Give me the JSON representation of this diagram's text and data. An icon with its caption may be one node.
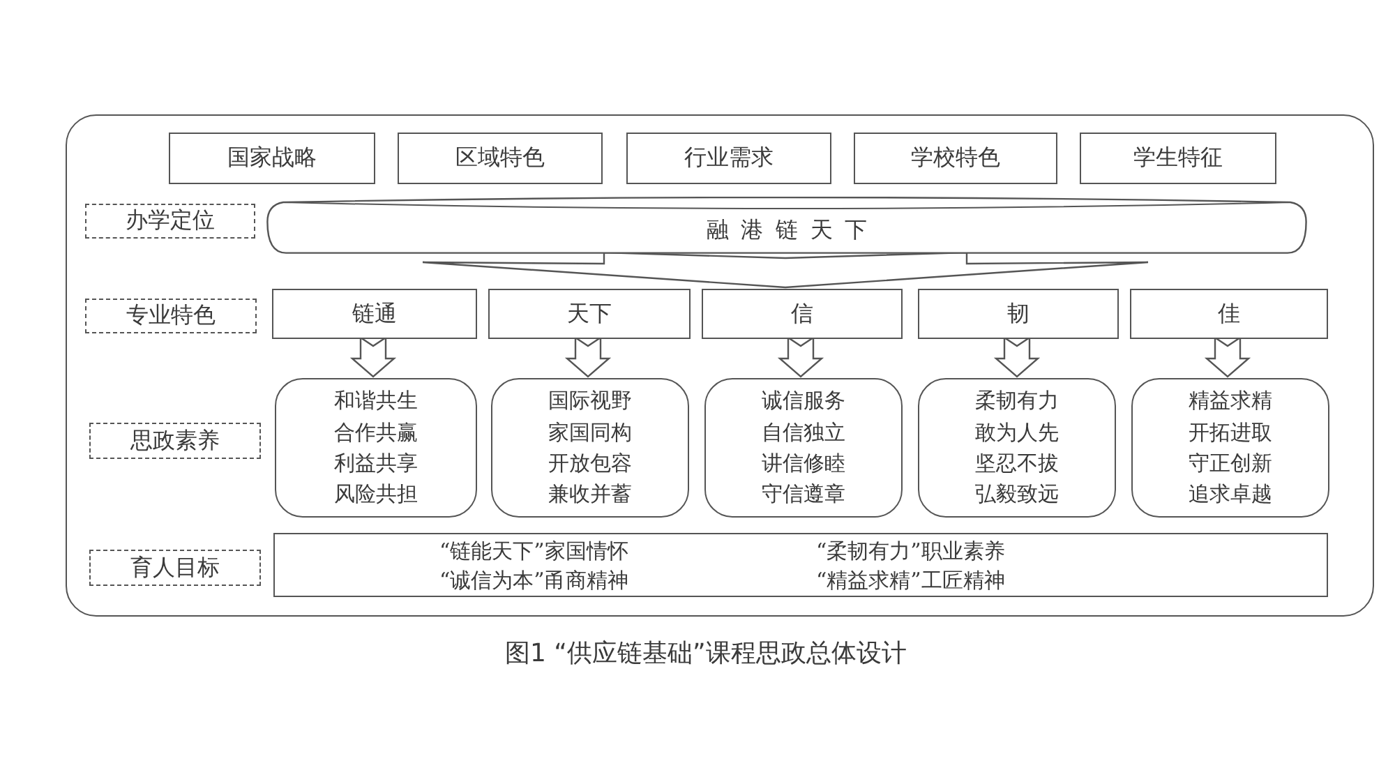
{
  "diagram": {
    "caption": "图1 “供应链基础”课程思政总体设计",
    "nodes": [
      {
        "text": [],
        "shape": "box"
      },
      {
        "text": [
          "国家战略"
        ],
        "in": 0
      },
      {
        "text": [
          "区域特色"
        ],
        "in": 0
      },
      {
        "text": [
          "行业需求"
        ],
        "in": 0
      },
      {
        "text": [
          "学校特色"
        ],
        "in": 0
      },
      {
        "text": [
          "学生特征"
        ],
        "in": 0
      },
      {
        "text": [
          "办学定位"
        ],
        "in": 0
      },
      {
        "text": [
          "融港链天下"
        ],
        "in": 0
      },
      {
        "text": [
          "专业特色"
        ],
        "in": 0
      },
      {
        "text": [
          "链通"
        ],
        "in": 0
      },
      {
        "text": [
          "天下"
        ],
        "in": 0
      },
      {
        "text": [
          "信"
        ],
        "in": 0
      },
      {
        "text": [
          "韧"
        ],
        "in": 0
      },
      {
        "text": [
          "佳"
        ],
        "in": 0
      },
      {
        "text": [
          "思政素养"
        ],
        "in": 0
      },
      {
        "text": [
          "和谐共生",
          "合作共赢",
          "利益共享",
          "风险共担"
        ],
        "in": 0
      },
      {
        "text": [
          "国际视野",
          "家国同构",
          "开放包容",
          "兼收并蓄"
        ],
        "in": 0
      },
      {
        "text": [
          "诚信服务",
          "自信独立",
          "讲信修睦",
          "守信遵章"
        ],
        "in": 0
      },
      {
        "text": [
          "柔韧有力",
          "敢为人先",
          "坚忍不拔",
          "弘毅致远"
        ],
        "in": 0
      },
      {
        "text": [
          "精益求精",
          "开拓进取",
          "守正创新",
          "追求卓越"
        ],
        "in": 0
      },
      {
        "text": [
          "育人目标"
        ],
        "in": 0
      },
      {
        "text": [
          "“链能天下”家国情怀",
          "“柔韧有力”职业素养",
          "“诚信为本”甬商精神",
          "“精益求精”工匠精神"
        ],
        "in": 0
      }
    ],
    "edges": [
      {
        "from": 7,
        "to": 11,
        "arrow": "to"
      },
      {
        "from": 9,
        "to": 15,
        "arrow": "to"
      },
      {
        "from": 10,
        "to": 16,
        "arrow": "to"
      },
      {
        "from": 11,
        "to": 17,
        "arrow": "to"
      },
      {
        "from": 12,
        "to": 18,
        "arrow": "to"
      },
      {
        "from": 13,
        "to": 19,
        "arrow": "to"
      }
    ]
  }
}
